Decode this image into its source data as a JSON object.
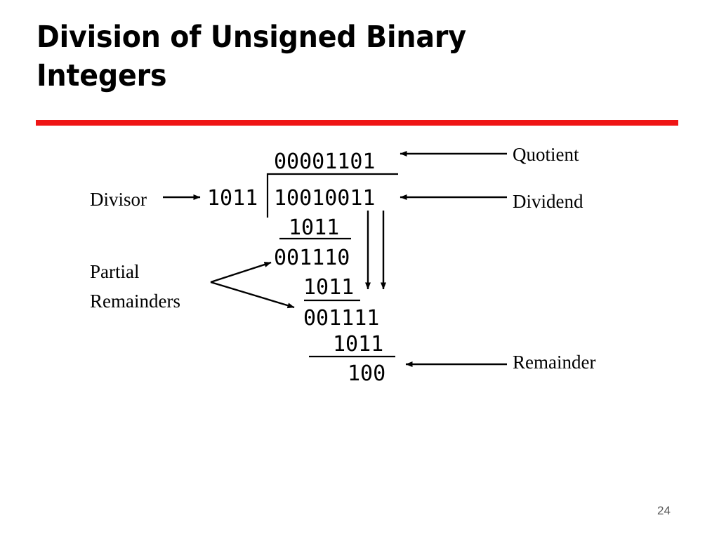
{
  "slide": {
    "title": "Division of Unsigned Binary\nIntegers",
    "page_number": "24",
    "accent_color": "#ef1515",
    "text_color": "#000000",
    "page_number_color": "#595959",
    "background_color": "#ffffff"
  },
  "diagram": {
    "name": "long-division-worksheet",
    "operation": "unsigned binary long division",
    "divisor": "1011",
    "dividend": "10010011",
    "quotient": "00001101",
    "remainder": "100",
    "steps": [
      {
        "label": "subtrahend-1",
        "value": "1011"
      },
      {
        "label": "partial-remainder-1",
        "value": "001110"
      },
      {
        "label": "subtrahend-2",
        "value": "1011"
      },
      {
        "label": "partial-remainder-2",
        "value": "001111"
      },
      {
        "label": "subtrahend-3",
        "value": "1011"
      },
      {
        "label": "final-remainder",
        "value": "100"
      }
    ],
    "callouts": [
      {
        "id": "quotient",
        "text": "Quotient",
        "side": "right",
        "points_to": "quotient-row"
      },
      {
        "id": "dividend",
        "text": "Dividend",
        "side": "right",
        "points_to": "dividend-row"
      },
      {
        "id": "remainder",
        "text": "Remainder",
        "side": "right",
        "points_to": "final-remainder-row"
      },
      {
        "id": "divisor",
        "text": "Divisor",
        "side": "left",
        "points_to": "divisor-value"
      },
      {
        "id": "partial-remainders",
        "text_line1": "Partial",
        "text_line2": "Remainders",
        "side": "left",
        "points_to": "partial-remainder-rows"
      }
    ],
    "bring_down_arrows": 2
  }
}
